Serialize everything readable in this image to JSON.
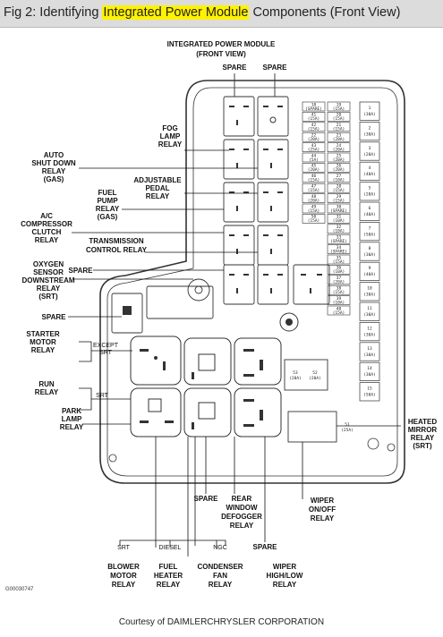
{
  "title": {
    "prefix": "Fig 2: Identifying ",
    "highlight": "Integrated Power Module",
    "suffix": " Components (Front View)"
  },
  "heading": {
    "line1": "INTEGRATED POWER MODULE",
    "line2": "(FRONT VIEW)"
  },
  "labels": {
    "spare_top_left": "SPARE",
    "spare_top_right": "SPARE",
    "fog_lamp_relay": [
      "FOG",
      "LAMP",
      "RELAY"
    ],
    "auto_shut_down_relay": [
      "AUTO",
      "SHUT DOWN",
      "RELAY",
      "(GAS)"
    ],
    "adjustable_pedal_relay": [
      "ADJUSTABLE",
      "PEDAL",
      "RELAY"
    ],
    "fuel_pump_relay": [
      "FUEL",
      "PUMP",
      "RELAY",
      "(GAS)"
    ],
    "ac_compressor_clutch_relay": [
      "A/C",
      "COMPRESSOR",
      "CLUTCH",
      "RELAY"
    ],
    "transmission_control_relay": [
      "TRANSMISSION",
      "CONTROL RELAY"
    ],
    "oxygen_sensor_relay": [
      "OXYGEN",
      "SENSOR",
      "DOWNSTREAM",
      "RELAY",
      "(SRT)"
    ],
    "spare_mid": "SPARE",
    "spare_left": "SPARE",
    "starter_motor_relay": [
      "STARTER",
      "MOTOR",
      "RELAY"
    ],
    "except_srt": [
      "EXCEPT",
      "SRT"
    ],
    "run_relay": [
      "RUN",
      "RELAY"
    ],
    "srt": "SRT",
    "park_lamp_relay": [
      "PARK",
      "LAMP",
      "RELAY"
    ],
    "heated_mirror_relay": [
      "HEATED",
      "MIRROR",
      "RELAY",
      "(SRT)"
    ],
    "spare_bottom": "SPARE",
    "rear_window_defogger_relay": [
      "REAR",
      "WINDOW",
      "DEFOGGER",
      "RELAY"
    ],
    "wiper_onoff_relay": [
      "WIPER",
      "ON/OFF",
      "RELAY"
    ],
    "spare_bottom2": "SPARE",
    "bottom_tags": [
      "SRT",
      "DIESEL",
      "NGC"
    ],
    "blower_motor_relay": [
      "BLOWER",
      "MOTOR",
      "RELAY"
    ],
    "fuel_heater_relay": [
      "FUEL",
      "HEATER",
      "RELAY"
    ],
    "condenser_fan_relay": [
      "CONDENSER",
      "FAN",
      "RELAY"
    ],
    "wiper_high_low_relay": [
      "WIPER",
      "HIGH/LOW",
      "RELAY"
    ]
  },
  "mini_fuses": [
    [
      "18",
      "(SPARE)"
    ],
    [
      "19",
      "(15A)"
    ],
    [
      "41",
      "(15A)"
    ],
    [
      "20",
      "(15A)"
    ],
    [
      "42",
      "(15A)"
    ],
    [
      "21",
      "(15A)"
    ],
    [
      "22",
      "(20A)"
    ],
    [
      "23",
      "(20A)"
    ],
    [
      "43",
      "(25A)"
    ],
    [
      "24",
      "(20A)"
    ],
    [
      "44",
      "(5A)"
    ],
    [
      "25",
      "(20A)"
    ],
    [
      "45",
      "(20A)"
    ],
    [
      "26",
      "(20A)"
    ],
    [
      "46",
      "(15A)"
    ],
    [
      "27",
      "(10A)"
    ],
    [
      "47",
      "(15A)"
    ],
    [
      "28",
      "(15A)"
    ],
    [
      "48",
      "(20A)"
    ],
    [
      "29",
      "(15A)"
    ],
    [
      "49",
      "(15A)"
    ],
    [
      "30",
      "(SPARE)"
    ],
    [
      "50",
      "(15A)"
    ],
    [
      "31",
      "(10A)"
    ],
    [
      "",
      ""
    ],
    [
      "32",
      "(10A)"
    ],
    [
      "",
      ""
    ],
    [
      "33",
      "(SPARE)"
    ],
    [
      "",
      ""
    ],
    [
      "34",
      "(SPARE)"
    ],
    [
      "",
      ""
    ],
    [
      "35",
      "(15A)"
    ],
    [
      "",
      ""
    ],
    [
      "36",
      "(10A)"
    ],
    [
      "",
      ""
    ],
    [
      "37",
      "(20A)"
    ],
    [
      "",
      ""
    ],
    [
      "38",
      "(15A)"
    ],
    [
      "",
      ""
    ],
    [
      "39",
      "(10A)"
    ],
    [
      "",
      ""
    ],
    [
      "40",
      "(15A)"
    ]
  ],
  "cartridge_fuses": [
    [
      "1",
      "(30A)"
    ],
    [
      "2",
      "(30A)"
    ],
    [
      "3",
      "(20A)"
    ],
    [
      "4",
      "(40A)"
    ],
    [
      "5",
      "(20A)"
    ],
    [
      "6",
      "(40A)"
    ],
    [
      "7",
      "(50A)"
    ],
    [
      "8",
      "(30A)"
    ],
    [
      "9",
      "(40A)"
    ],
    [
      "10",
      "(30A)"
    ],
    [
      "11",
      "(30A)"
    ],
    [
      "12",
      "(30A)"
    ],
    [
      "13",
      "(30A)"
    ],
    [
      "14",
      "(30A)"
    ],
    [
      "15",
      "(50A)"
    ]
  ],
  "other_fuses": [
    [
      "53",
      "(20A)"
    ],
    [
      "52",
      "(20A)"
    ],
    [
      "51",
      "(25A)"
    ]
  ],
  "drawing_code": "G00030747",
  "courtesy": "Courtesy of DAIMLERCHRYSLER CORPORATION"
}
